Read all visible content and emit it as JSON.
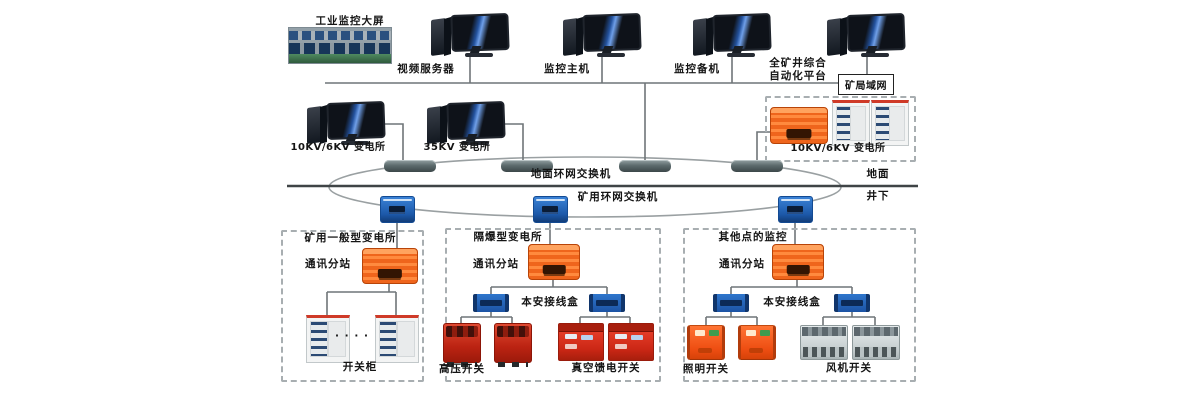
{
  "diagram": {
    "top": {
      "big_screen_label": "工业监控大屏",
      "video_server": "视频服务器",
      "monitor_host": "监控主机",
      "monitor_backup": "监控备机",
      "platform_line1": "全矿井综合",
      "platform_line2": "自动化平台",
      "mine_lan": "矿局域网"
    },
    "surface": {
      "substation_10kv": "10KV/6KV 变电所",
      "substation_35kv": "35KV 变电所",
      "surface_substation_box": "10KV/6KV 变电所",
      "surface_ring_switch": "地面环网交换机",
      "mine_ring_switch": "矿用环网交换机",
      "surface_label": "地面",
      "underground_label": "井下"
    },
    "sections": [
      {
        "title": "矿用一般型变电所",
        "comm": "通讯分站",
        "dots": "· · · ·",
        "bottom": "开关柜"
      },
      {
        "title": "隔爆型变电所",
        "comm": "通讯分站",
        "junction": "本安接线盒",
        "left": "高压开关",
        "right": "真空馈电开关"
      },
      {
        "title": "其他点的监控",
        "comm": "通讯分站",
        "junction": "本安接线盒",
        "left": "照明开关",
        "right": "风机开关"
      }
    ],
    "colors": {
      "comm_device_orange": "#ef651c",
      "switchgear_red": "#cb2715",
      "junction_blue": "#1c53a4",
      "converter_blue": "#1c58a8",
      "fan_switch_gray": "#c6ced0",
      "line_gray": "#6f7578",
      "ground_line": "#3f4446",
      "monitor_screen": "#0e1219"
    }
  }
}
